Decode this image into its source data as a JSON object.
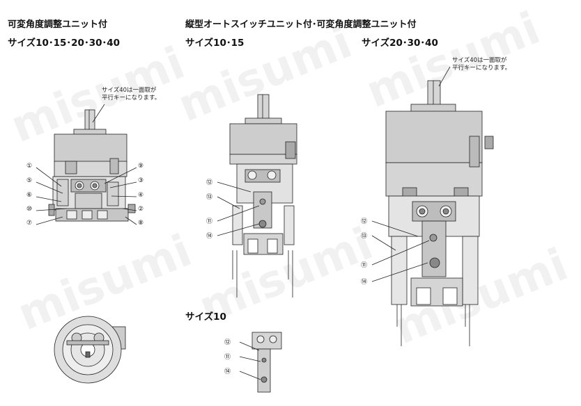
{
  "titles": {
    "left_heading": "可変角度調整ユニット付",
    "left_sizes": "サイズ10･15･20･30･40",
    "right_heading": "縦型オートスイッチユニット付･可変角度調整ユニット付",
    "mid_sizes": "サイズ10･15",
    "right_sizes": "サイズ20･30･40",
    "bottom_sizes": "サイズ10"
  },
  "notes": {
    "left_note_line1": "サイズ40は一面取が",
    "left_note_line2": "平行キーになります。",
    "right_note_line1": "サイズ40は一面取が",
    "right_note_line2": "平行キーになります。"
  },
  "callouts": {
    "c1": "①",
    "c2": "②",
    "c3": "③",
    "c4": "④",
    "c5": "⑤",
    "c6": "⑥",
    "c7": "⑦",
    "c8": "⑧",
    "c9": "⑨",
    "c10": "⑩",
    "c11": "⑪",
    "c12": "⑫",
    "c13": "⑬",
    "c14": "⑭"
  },
  "watermark": "misumi",
  "colors": {
    "body_gray": "#cfcfcf",
    "dark_gray": "#8a8a8a",
    "line": "#222222"
  }
}
